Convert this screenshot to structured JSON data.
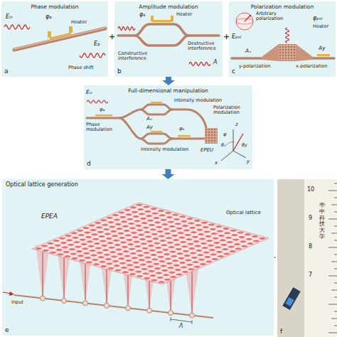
{
  "diagram": {
    "nodes": [
      {
        "text": [
          "Phase modulation",
          "a"
        ]
      },
      {
        "text": [
          "Amplitude modulation",
          "b"
        ]
      },
      {
        "text": [
          "Polarization modulation",
          "c"
        ]
      },
      {
        "text": [
          "Full-dimensional manipulation",
          "d"
        ]
      },
      {
        "text": [
          "Optical lattice generation",
          "e"
        ]
      },
      {
        "text": [
          "f"
        ]
      }
    ],
    "edges": [
      {
        "from": 1,
        "to": 3,
        "arrow": "to"
      },
      {
        "from": 3,
        "to": 4,
        "arrow": "to"
      },
      {
        "from": 4,
        "to": 5,
        "arrow": "none"
      }
    ],
    "labels": [
      "Eᵢₙ",
      "φᵩ",
      "Heater",
      "Eᵩ",
      "Phase shift",
      "φₐ",
      "Heater",
      "Destructive interference",
      "Constructive interference",
      "A",
      "Arbitrary polarization",
      "Eₚₒₗ",
      "φₚₒₗ",
      "Heater",
      "Aₓ",
      "Ay",
      "y-polarization",
      "x-polarization",
      "+",
      "+",
      "Eᵢₙ",
      "φᵩ",
      "Phase modulation",
      "Intensity modulation",
      "Aₓ",
      "Ay",
      "Intensity modulation",
      "φₐ",
      "EPEU",
      "Polarization modulation",
      "z",
      "φ",
      "θₓ",
      "θy",
      "x",
      "y",
      "EPEA",
      "Optical lattice",
      "Input",
      "Λ",
      "10",
      "9",
      "8",
      "7",
      "华中科技大学"
    ]
  }
}
